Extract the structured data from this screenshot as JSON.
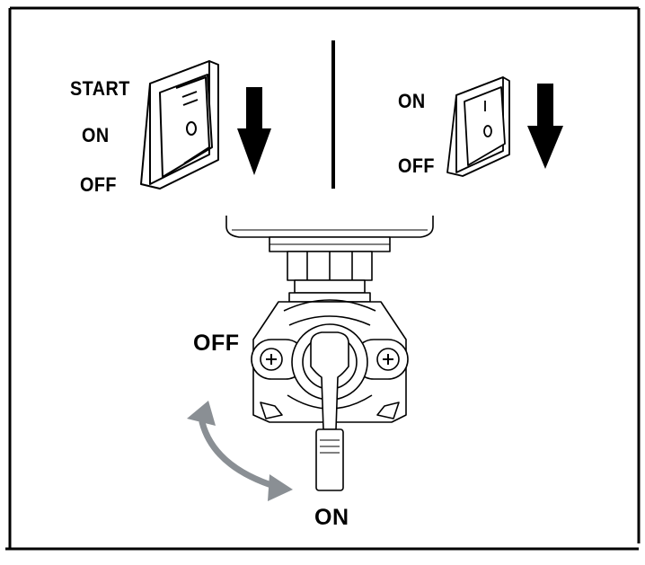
{
  "left_switch": {
    "labels": [
      "START",
      "ON",
      "OFF"
    ],
    "position_shown": "OFF"
  },
  "right_switch": {
    "labels": [
      "ON",
      "OFF"
    ],
    "position_shown": "OFF"
  },
  "valve": {
    "off_label": "OFF",
    "on_label": "ON",
    "position_shown": "ON"
  },
  "colors": {
    "ink": "#000000",
    "arrow_gray": "#8a8f94"
  }
}
